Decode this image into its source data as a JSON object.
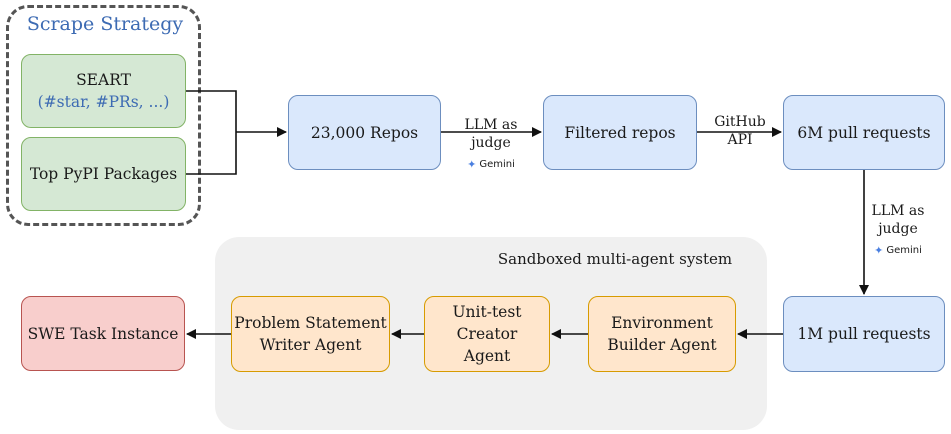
{
  "scrape": {
    "title": "Scrape Strategy",
    "seart_title": "SEART",
    "seart_sub": "(#star, #PRs, ...)",
    "pypi": "Top PyPI Packages"
  },
  "pipeline": {
    "repos": "23,000 Repos",
    "filtered": "Filtered repos",
    "prs6m": "6M pull requests",
    "prs1m": "1M pull requests"
  },
  "edges": {
    "llm1_line1": "LLM as",
    "llm1_line2": "judge",
    "gemini1": "Gemini",
    "github_line1": "GitHub",
    "github_line2": "API",
    "llm2_line1": "LLM as",
    "llm2_line2": "judge",
    "gemini2": "Gemini"
  },
  "sandbox": {
    "title": "Sandboxed multi-agent system",
    "env_line1": "Environment",
    "env_line2": "Builder Agent",
    "unit_line1": "Unit-test Creator",
    "unit_line2": "Agent",
    "prob_line1": "Problem Statement",
    "prob_line2": "Writer Agent"
  },
  "output": {
    "swe": "SWE Task Instance"
  },
  "colors": {
    "green_fill": "#d5e8d4",
    "blue_fill": "#dae8fc",
    "orange_fill": "#ffe6cc",
    "red_fill": "#f8cecc",
    "sandbox_bg": "#f2f2f2"
  }
}
